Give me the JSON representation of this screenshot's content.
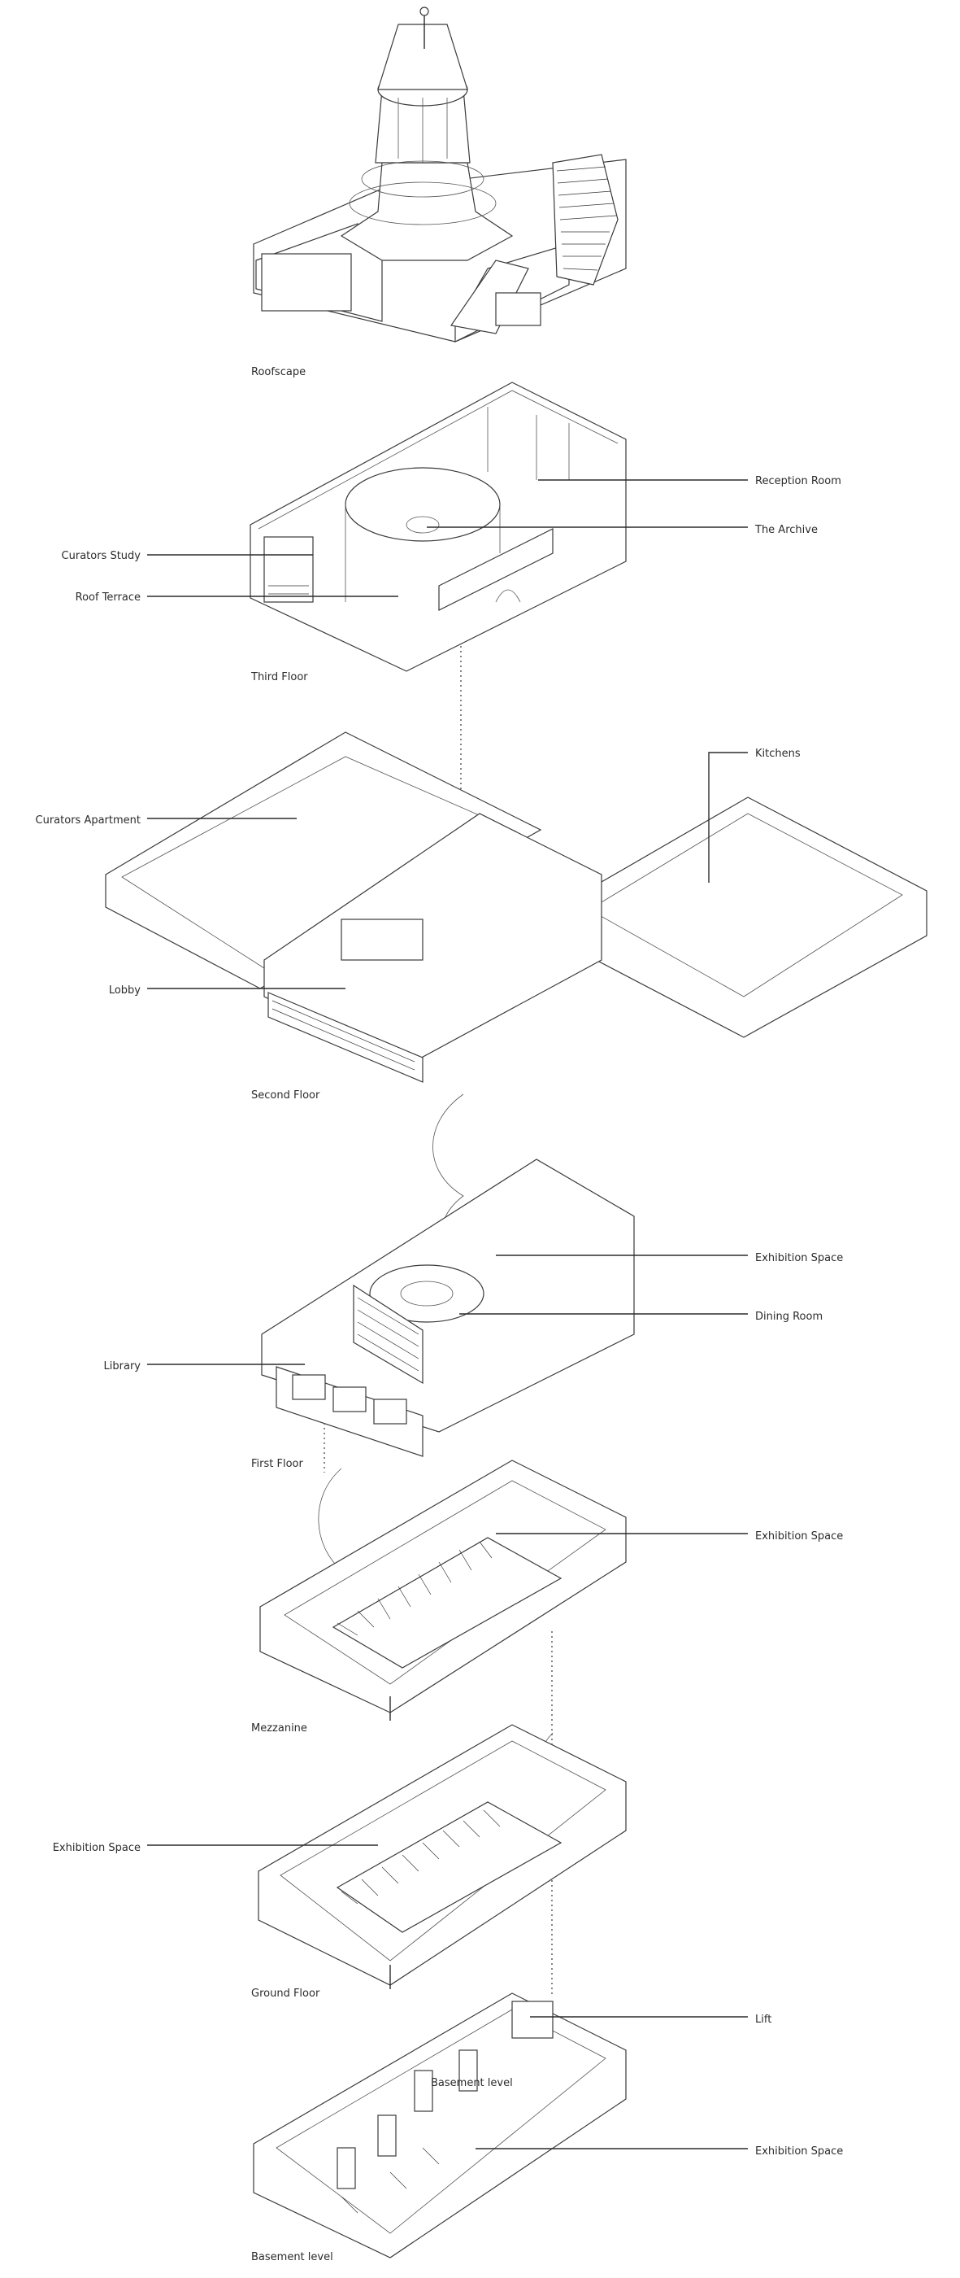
{
  "floors": [
    {
      "id": "roofscape",
      "caption": "Roofscape"
    },
    {
      "id": "third",
      "caption": "Third Floor"
    },
    {
      "id": "second",
      "caption": "Second Floor"
    },
    {
      "id": "first",
      "caption": "First Floor"
    },
    {
      "id": "mezzanine",
      "caption": "Mezzanine"
    },
    {
      "id": "ground",
      "caption": "Ground Floor"
    },
    {
      "id": "basement",
      "caption": "Basement level",
      "inner_caption": "Basement level"
    }
  ],
  "labels": {
    "reception_room": "Reception Room",
    "the_archive": "The Archive",
    "curators_study": "Curators Study",
    "roof_terrace": "Roof Terrace",
    "kitchens": "Kitchens",
    "curators_apartment": "Curators Apartment",
    "lobby": "Lobby",
    "exhibition_space_first": "Exhibition Space",
    "dining_room": "Dining Room",
    "library": "Library",
    "exhibition_space_mezzanine": "Exhibition Space",
    "exhibition_space_ground": "Exhibition Space",
    "lift": "Lift",
    "exhibition_space_basement": "Exhibition Space"
  }
}
